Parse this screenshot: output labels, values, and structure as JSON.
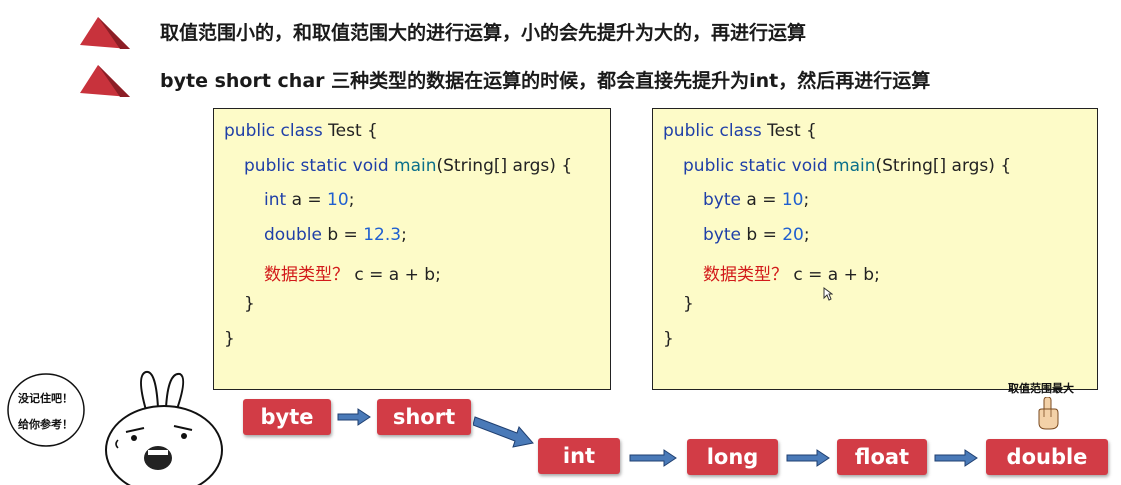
{
  "bullets": [
    "取值范围小的，和取值范围大的进行运算，小的会先提升为大的，再进行运算",
    "byte short char 三种类型的数据在运算的时候，都会直接先提升为int，然后再进行运算"
  ],
  "code_left": {
    "l1_kw": "public class",
    "l1_rest": " Test {",
    "l2_kw": "public static void",
    "l2_fn": "main",
    "l2_rest": "(String[] args) {",
    "l3_kw": "int",
    "l3_mid": " a = ",
    "l3_num": "10",
    "l3_end": ";",
    "l4_kw": "double",
    "l4_mid": " b = ",
    "l4_num": "12.3",
    "l4_end": ";",
    "l5_red": "数据类型？",
    "l5_rest": " c = a + b;",
    "l6": "}",
    "l7": "}"
  },
  "code_right": {
    "l1_kw": "public class",
    "l1_rest": " Test {",
    "l2_kw": "public static void",
    "l2_fn": "main",
    "l2_rest": "(String[] args) {",
    "l3_kw": "byte",
    "l3_mid": " a = ",
    "l3_num": "10",
    "l3_end": ";",
    "l4_kw": "byte",
    "l4_mid": " b = ",
    "l4_num": "20",
    "l4_end": ";",
    "l5_red": "数据类型？",
    "l5_rest": "  c = a + b;",
    "l6": "}",
    "l7": "}"
  },
  "types": [
    "byte",
    "short",
    "int",
    "long",
    "float",
    "double"
  ],
  "max_label": "取值范围最大",
  "bubble": {
    "line1": "没记住吧！",
    "line2": "给你参考！"
  },
  "colors": {
    "pill": "#d23c46",
    "code_bg": "#fdfbc8",
    "bullet": "#c8323c"
  }
}
